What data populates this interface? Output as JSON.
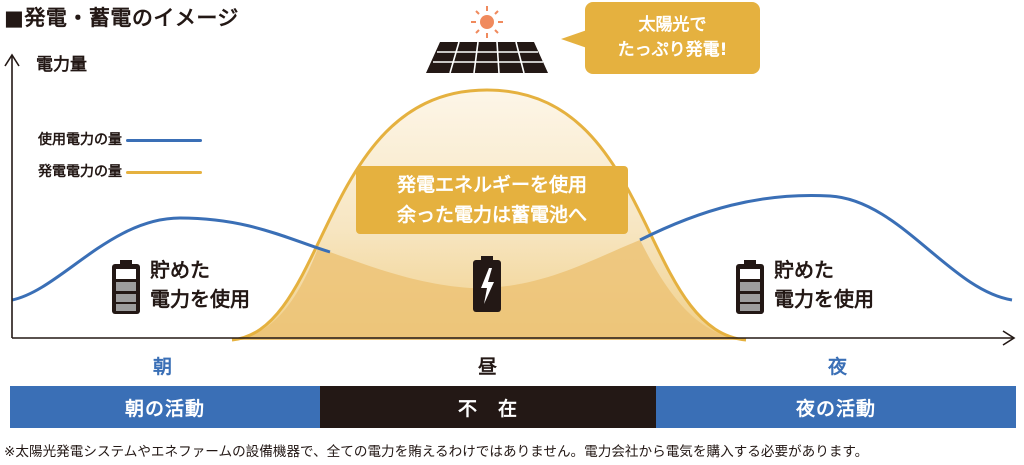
{
  "title": "■発電・蓄電のイメージ",
  "y_axis_label": "電力量",
  "legend": [
    {
      "label": "使用電力の量",
      "color": "#3a6fb6"
    },
    {
      "label": "発電電力の量",
      "color": "#e5b13f"
    }
  ],
  "bubble": {
    "line1": "太陽光で",
    "line2": "たっぷり発電!"
  },
  "generation_box": {
    "line1": "発電エネルギーを使用",
    "line2": "余った電力は蓄電池へ"
  },
  "stored_left": {
    "line1": "貯めた",
    "line2": "電力を使用"
  },
  "stored_right": {
    "line1": "貯めた",
    "line2": "電力を使用"
  },
  "time_labels": {
    "morning": "朝",
    "noon": "昼",
    "night": "夜"
  },
  "activity_bar": {
    "morning": "朝の活動",
    "noon": "不　在",
    "night": "夜の活動"
  },
  "footnote": "※太陽光発電システムやエネファームの設備機器で、全ての電力を賄えるわけではありません。電力会社から電気を購入する必要があります。",
  "colors": {
    "usage": "#3a6fb6",
    "generation": "#e5b13f",
    "generation_fill": "#f3d79c",
    "generation_light": "#fbf0dc",
    "absent": "#231815"
  },
  "icons": [
    "sun-icon",
    "solar-panel-icon",
    "battery-icon",
    "charging-battery-icon"
  ]
}
